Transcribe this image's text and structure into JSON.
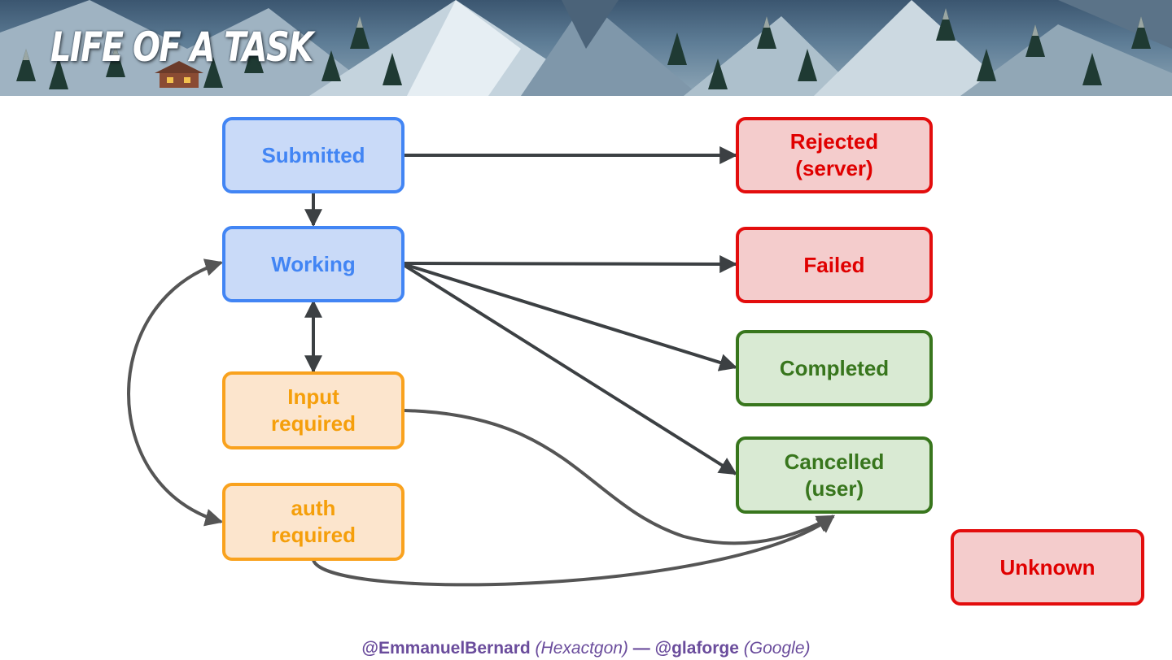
{
  "slide": {
    "title": "Life of a task"
  },
  "states": {
    "submitted": "Submitted",
    "working": "Working",
    "input_required": "Input\nrequired",
    "auth_required": "auth\nrequired",
    "rejected": "Rejected\n(server)",
    "failed": "Failed",
    "completed": "Completed",
    "cancelled": "Cancelled\n(user)",
    "unknown": "Unknown"
  },
  "colors": {
    "active_fill": "#c9daf8",
    "active_border": "#4285f4",
    "waiting_fill": "#fce5cd",
    "waiting_border": "#f9a21e",
    "error_fill": "#f4cccc",
    "error_border": "#e30d0d",
    "done_fill": "#d9ead3",
    "done_border": "#38761d",
    "arrow": "#3c4043",
    "footer": "#6a4c9c"
  },
  "footer": {
    "author1": "@EmmanuelBernard",
    "org1": "(Hexactgon)",
    "separator": "—",
    "author2": "@glaforge",
    "org2": "(Google)"
  }
}
